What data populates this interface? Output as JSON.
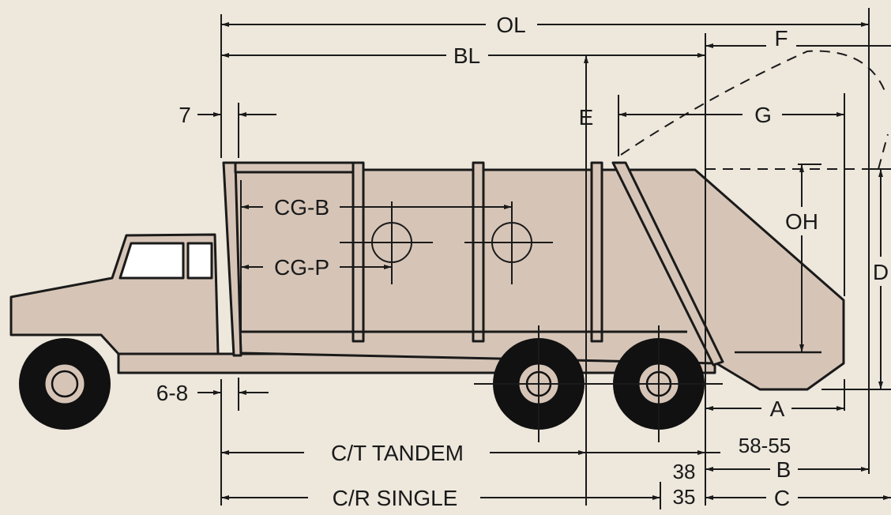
{
  "diagram": {
    "colors": {
      "background": "#ede7dc",
      "body_fill": "#d6c5b7",
      "line": "#1a1a1a",
      "tire": "#111111",
      "hub": "#d6c5b7"
    },
    "labels": {
      "ol": "OL",
      "bl": "BL",
      "f": "F",
      "e": "E",
      "g": "G",
      "seven": "7",
      "cgb": "CG-B",
      "cgp": "CG-P",
      "oh": "OH",
      "d": "D",
      "six_eight": "6-8",
      "a": "A",
      "ct_tandem": "C/T TANDEM",
      "cr_single": "C/R SINGLE",
      "fifty_eight_fifty_five": "58-55",
      "b": "B",
      "c": "C",
      "thirty_eight": "38",
      "thirty_five": "35"
    }
  }
}
